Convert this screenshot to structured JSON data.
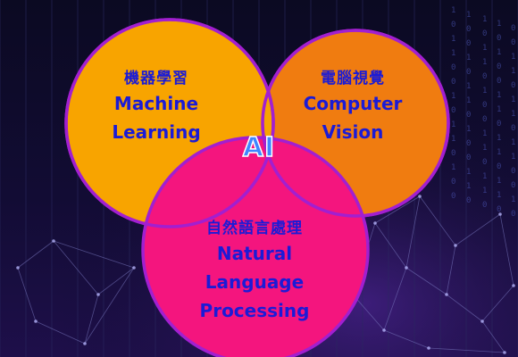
{
  "colors": {
    "background": "#0b0a22",
    "machine_learning_fill": "#f8a400",
    "computer_vision_fill": "#f07c10",
    "nlp_fill": "#f4157e",
    "circle_outline": "#a21fd0",
    "label_text": "#1b1bd6",
    "center_label": "#3f86ff"
  },
  "diagram": {
    "center_label": "AI",
    "sets": [
      {
        "id": "machine-learning",
        "zh": "機器學習",
        "en_lines": [
          "Machine",
          "Learning"
        ]
      },
      {
        "id": "computer-vision",
        "zh": "電腦視覺",
        "en_lines": [
          "Computer",
          "Vision"
        ]
      },
      {
        "id": "nlp",
        "zh": "自然語言處理",
        "en_lines": [
          "Natural",
          "Language",
          "Processing"
        ]
      }
    ]
  },
  "background_decoration": {
    "binary_rain": [
      "1",
      "0",
      "1",
      "1",
      "0",
      "0",
      "1",
      "0",
      "1",
      "1",
      "0",
      "1",
      "0",
      "0",
      "1",
      "1",
      "0",
      "1"
    ]
  }
}
